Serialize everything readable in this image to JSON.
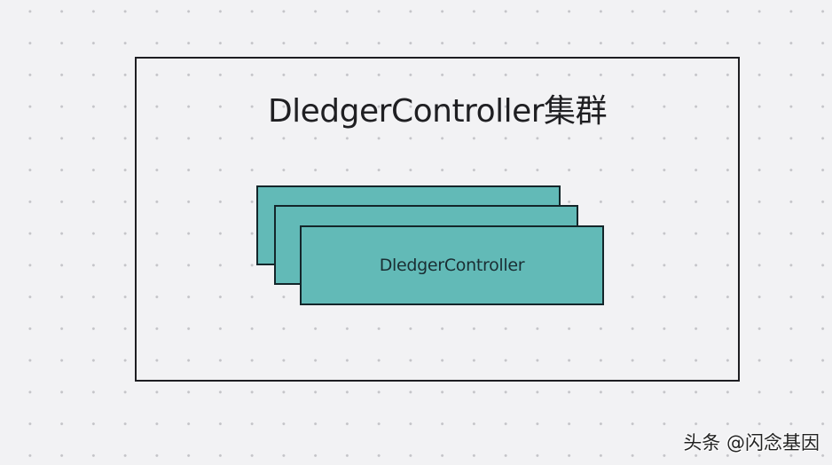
{
  "diagram": {
    "cluster": {
      "title": "DledgerController集群"
    },
    "nodes": [
      {
        "label": ""
      },
      {
        "label": ""
      },
      {
        "label": "DledgerController"
      }
    ],
    "colors": {
      "node_fill": "#62bab7",
      "node_border": "#14262a",
      "frame_border": "#1e1e22",
      "background": "#f2f2f4"
    }
  },
  "watermark": {
    "text": "头条 @闪念基因"
  }
}
